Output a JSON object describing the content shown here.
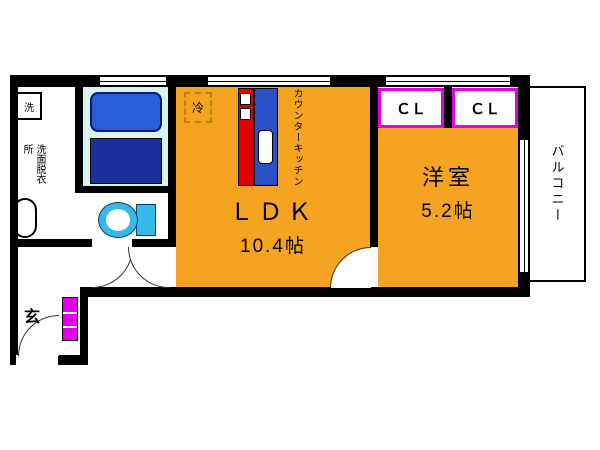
{
  "colors": {
    "wall": "#000000",
    "room_fill": "#F4A420",
    "accent_magenta": "#E500E5",
    "bath_bg": "#D8F4F2",
    "tub_blue": "#2A5CD8",
    "bath_floor_blue": "#1B2F9C",
    "kitchen_red": "#E00000",
    "kitchen_counter_blue": "#2A50C8",
    "toilet_cyan": "#38B8E8"
  },
  "rooms": {
    "ldk": {
      "label": "ＬＤＫ",
      "size": "10.4帖"
    },
    "western_room": {
      "label": "洋室",
      "size": "5.2帖"
    },
    "washroom": {
      "label": "洗面脱衣所"
    },
    "entrance": {
      "label": "玄"
    },
    "balcony": {
      "label": "バルコニー"
    }
  },
  "closets": [
    {
      "label": "ＣＬ"
    },
    {
      "label": "ＣＬ"
    }
  ],
  "fixtures": {
    "washer": {
      "label": "洗"
    },
    "fridge": {
      "label": "冷"
    },
    "counter_kitchen": {
      "label": "カウンターキッチン"
    }
  }
}
